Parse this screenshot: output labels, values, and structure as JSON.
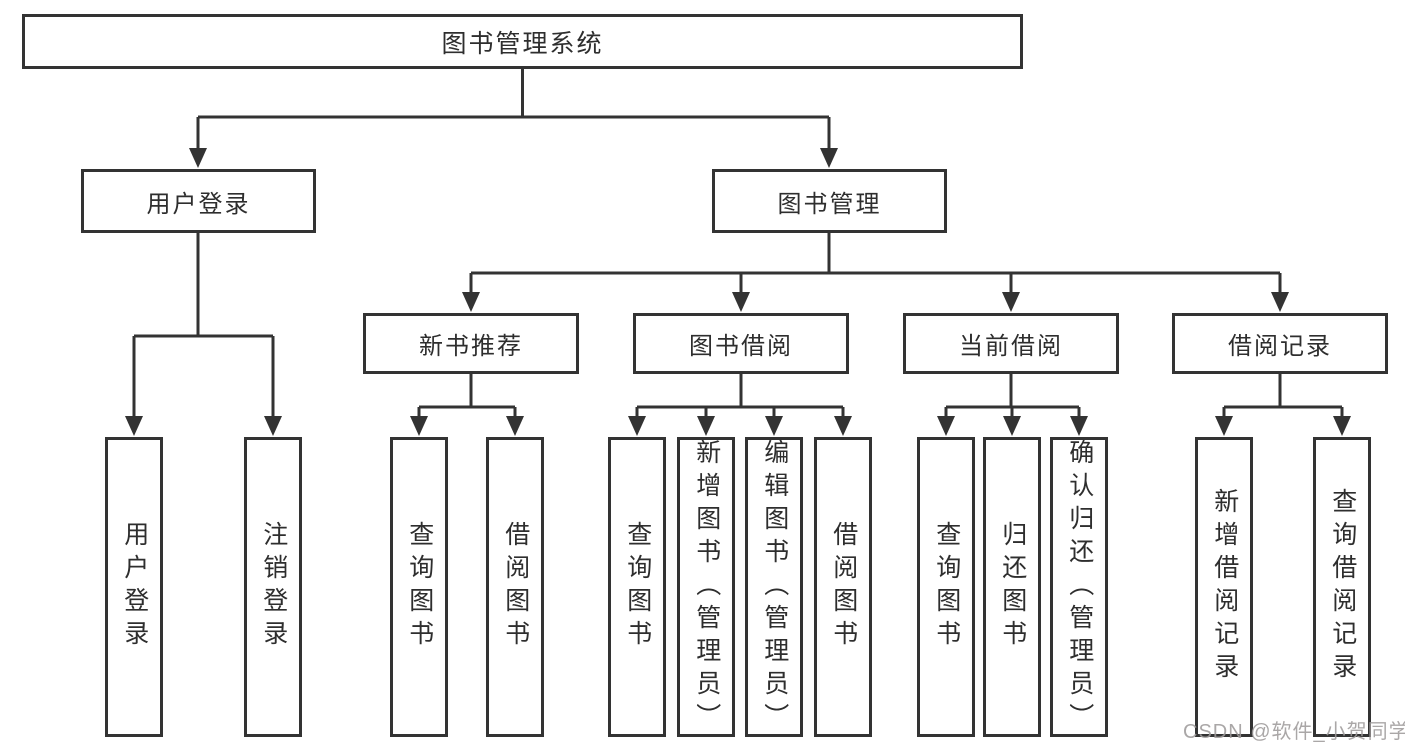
{
  "diagram": {
    "root": {
      "label": "图书管理系统"
    },
    "level1": [
      {
        "label": "用户登录"
      },
      {
        "label": "图书管理"
      }
    ],
    "level2": [
      {
        "label": "新书推荐"
      },
      {
        "label": "图书借阅"
      },
      {
        "label": "当前借阅"
      },
      {
        "label": "借阅记录"
      }
    ],
    "leaves": {
      "userLogin": [
        {
          "label": "用户登录"
        },
        {
          "label": "注销登录"
        }
      ],
      "newBook": [
        {
          "label": "查询图书"
        },
        {
          "label": "借阅图书"
        }
      ],
      "borrow": [
        {
          "label": "查询图书"
        },
        {
          "label": "新增图书（管理员）"
        },
        {
          "label": "编辑图书（管理员）"
        },
        {
          "label": "借阅图书"
        }
      ],
      "current": [
        {
          "label": "查询图书"
        },
        {
          "label": "归还图书"
        },
        {
          "label": "确认归还（管理员）"
        }
      ],
      "records": [
        {
          "label": "新增借阅记录"
        },
        {
          "label": "查询借阅记录"
        }
      ]
    }
  },
  "watermark": {
    "text": "CSDN @软件_小贺同学"
  },
  "colors": {
    "line": "#333333",
    "text": "#2e2e2e",
    "background": "#ffffff",
    "watermark": "#9e9b9b"
  }
}
